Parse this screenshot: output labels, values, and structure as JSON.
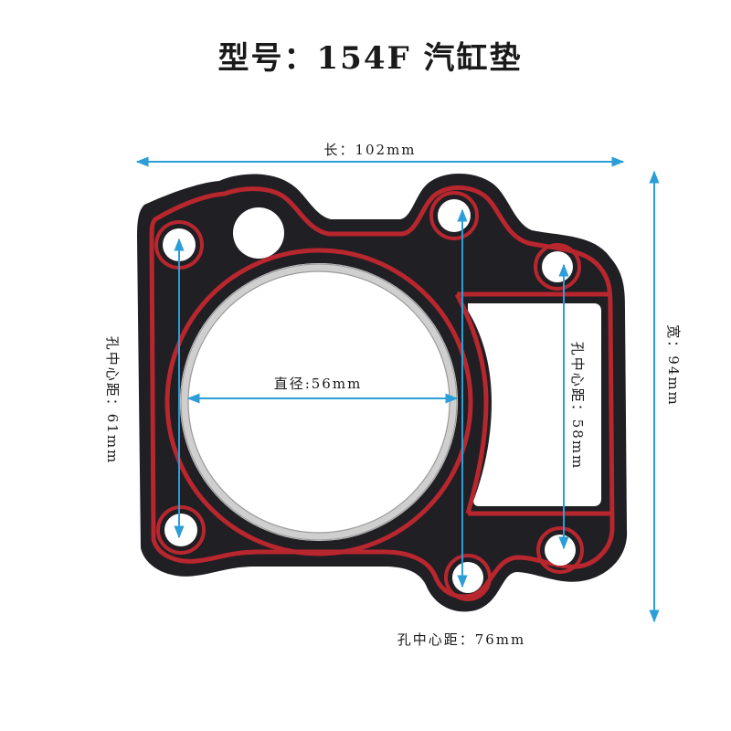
{
  "title": "型号：154F 汽缸垫",
  "dimensions": {
    "length": "长：102mm",
    "width": "宽：94mm",
    "hole_spacing_left": "孔中心距：61mm",
    "hole_spacing_right": "孔中心距：58mm",
    "bore_diameter": "直径:56mm",
    "hole_spacing_bottom": "孔中心距：76mm"
  },
  "colors": {
    "background": "#ffffff",
    "gasket": "#1f1f24",
    "seal": "#b8262e",
    "arrow": "#2b9ed8",
    "label": "#1a1a1a"
  }
}
